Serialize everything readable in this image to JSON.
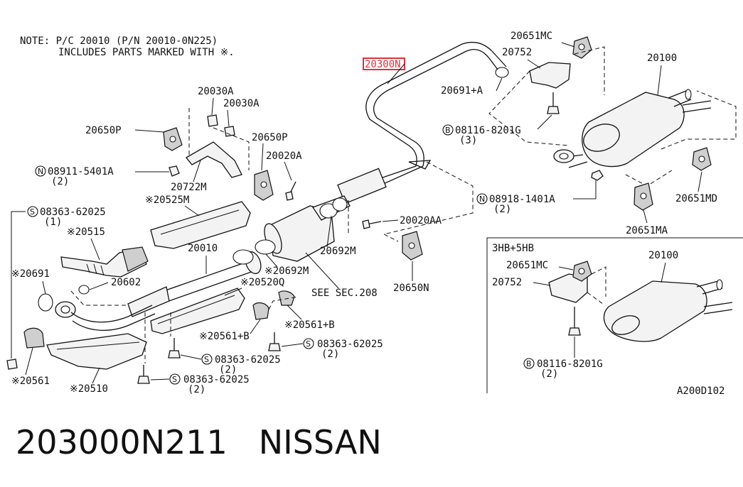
{
  "note": {
    "line1": "NOTE: P/C 20010 (P/N 20010-0N225)",
    "line2": "INCLUDES PARTS MARKED WITH ※."
  },
  "highlight": {
    "label": "20300N",
    "color": "#e0303a"
  },
  "labels": {
    "p20651MC": "20651MC",
    "p20752": "20752",
    "p20100": "20100",
    "p20691A": "20691+A",
    "b08116a": "08116-8201G",
    "b08116a_qty": "(3)",
    "p20030A_1": "20030A",
    "p20030A_2": "20030A",
    "p20650P_1": "20650P",
    "p20650P_2": "20650P",
    "p20020A": "20020A",
    "n08911": "08911-5401A",
    "n08911_qty": "(2)",
    "p20722M": "20722M",
    "p20525M": "※20525M",
    "n08918": "08918-1401A",
    "n08918_qty": "(2)",
    "p20651MD": "20651MD",
    "s08363a": "08363-62025",
    "s08363a_qty": "(1)",
    "p20515": "※20515",
    "p20020AA": "20020AA",
    "p20651MA": "20651MA",
    "p20010": "20010",
    "p20692M_1": "20692M",
    "p20692M_2": "※20692M",
    "p20691": "※20691",
    "p20602": "20602",
    "p20520Q": "※20520Q",
    "see_sec": "SEE SEC.208",
    "p20650N": "20650N",
    "p20561B_1": "※20561+B",
    "p20561B_2": "※20561+B",
    "s08363b": "08363-62025",
    "s08363b_qty": "(2)",
    "s08363c": "08363-62025",
    "s08363c_qty": "(2)",
    "s08363d": "08363-62025",
    "s08363d_qty": "(2)",
    "p20561": "※20561",
    "p20510": "※20510",
    "inset_title": "3HB+5HB",
    "inset_20651MC": "20651MC",
    "inset_20752": "20752",
    "inset_20100": "20100",
    "inset_b08116": "08116-8201G",
    "inset_b08116_qty": "(2)",
    "diagram_code": "A200D102"
  },
  "prefix_letters": {
    "bolt": "B",
    "nut": "N",
    "screw": "S"
  },
  "caption": {
    "part_number": "203000N211",
    "brand": "NISSAN"
  }
}
